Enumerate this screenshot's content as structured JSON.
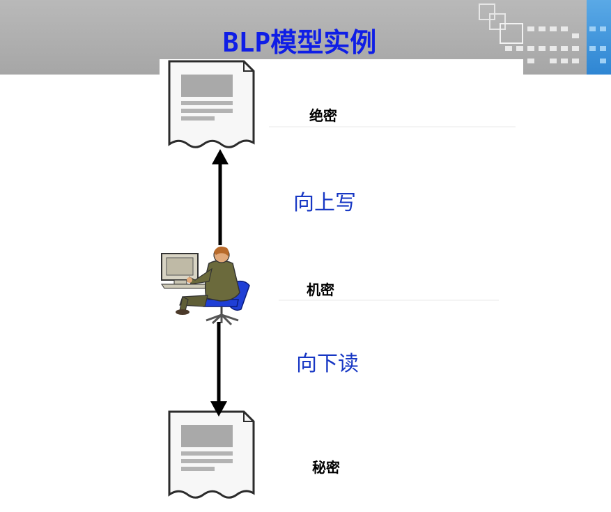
{
  "title": "BLP模型实例",
  "levels": {
    "top": "绝密",
    "middle": "机密",
    "bottom": "秘密"
  },
  "actions": {
    "write_up": "向上写",
    "read_down": "向下读"
  },
  "colors": {
    "title": "#0f1ee6",
    "action_text": "#1737c4",
    "header_bg": "#a9a9a9",
    "accent_blue": "#2f86d3"
  }
}
